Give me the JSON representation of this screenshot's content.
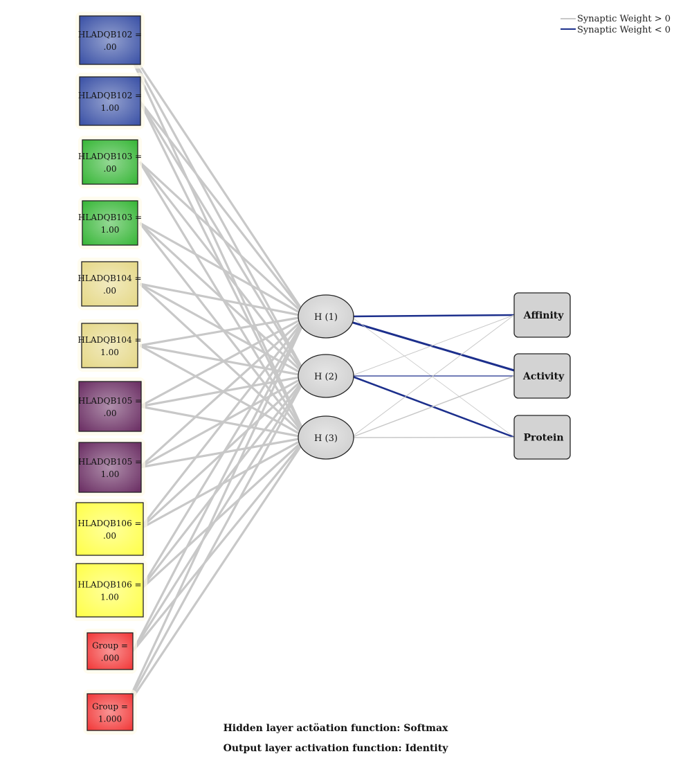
{
  "legend": {
    "positive_label": "Synaptic Weight > 0",
    "negative_label": "Synaptic Weight < 0",
    "positive_color": "#c8c8c8",
    "negative_color": "#1c2f8c"
  },
  "input_nodes": [
    {
      "line1": "HLADQB102 =",
      "line2": ".00",
      "color": "#3f55a8"
    },
    {
      "line1": "HLADQB102 =",
      "line2": "1.00",
      "color": "#3f55a8"
    },
    {
      "line1": "HLADQB103 =",
      "line2": ".00",
      "color": "#3cb83c"
    },
    {
      "line1": "HLADQB103 =",
      "line2": "1.00",
      "color": "#3cb83c"
    },
    {
      "line1": "HLADQB104 =",
      "line2": ".00",
      "color": "#e6d98a"
    },
    {
      "line1": "HLADQB104 =",
      "line2": "1.00",
      "color": "#e6d98a"
    },
    {
      "line1": "HLADQB105 =",
      "line2": ".00",
      "color": "#6e3367"
    },
    {
      "line1": "HLADQB105 =",
      "line2": "1.00",
      "color": "#6e3367"
    },
    {
      "line1": "HLADQB106 =",
      "line2": ".00",
      "color": "#ffff4d"
    },
    {
      "line1": "HLADQB106 =",
      "line2": "1.00",
      "color": "#ffff4d"
    },
    {
      "line1": "Group =",
      "line2": ".000",
      "color": "#f23c3c"
    },
    {
      "line1": "Group =",
      "line2": "1.000",
      "color": "#f23c3c"
    }
  ],
  "hidden_nodes": [
    {
      "label": "H (1)"
    },
    {
      "label": "H (2)"
    },
    {
      "label": "H (3)"
    }
  ],
  "output_nodes": [
    {
      "label": "Affinity"
    },
    {
      "label": "Activity"
    },
    {
      "label": "Protein"
    }
  ],
  "hidden_output_weights": [
    {
      "from": 0,
      "to": 0,
      "sign": "negative",
      "strength": 2.5
    },
    {
      "from": 0,
      "to": 1,
      "sign": "negative",
      "strength": 3
    },
    {
      "from": 0,
      "to": 2,
      "sign": "positive",
      "strength": 0.8
    },
    {
      "from": 1,
      "to": 0,
      "sign": "positive",
      "strength": 1
    },
    {
      "from": 1,
      "to": 1,
      "sign": "negative",
      "strength": 1.2
    },
    {
      "from": 1,
      "to": 2,
      "sign": "negative",
      "strength": 2.5
    },
    {
      "from": 2,
      "to": 0,
      "sign": "positive",
      "strength": 1
    },
    {
      "from": 2,
      "to": 1,
      "sign": "positive",
      "strength": 1.5
    },
    {
      "from": 2,
      "to": 2,
      "sign": "positive",
      "strength": 1.5
    }
  ],
  "caption": {
    "hidden_activation": "Hidden layer actöation function: Softmax",
    "output_activation": "Output layer activation function: Identity"
  }
}
